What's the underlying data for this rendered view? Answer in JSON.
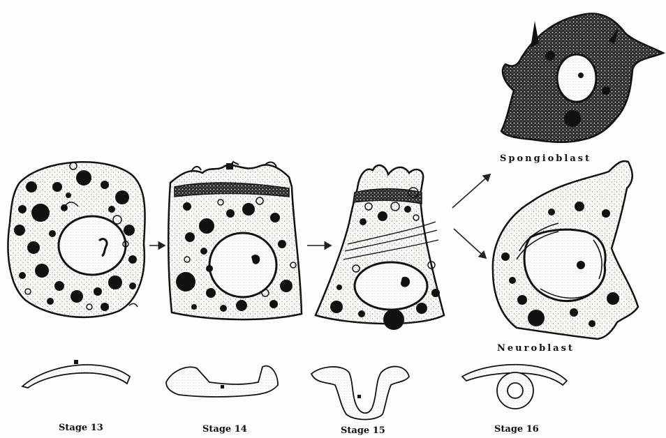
{
  "figure": {
    "stage_labels": [
      "Stage 13",
      "Stage 14",
      "Stage 15",
      "Stage 16"
    ],
    "cell_types": {
      "upper": "Spongioblast",
      "lower": "Neuroblast"
    }
  }
}
